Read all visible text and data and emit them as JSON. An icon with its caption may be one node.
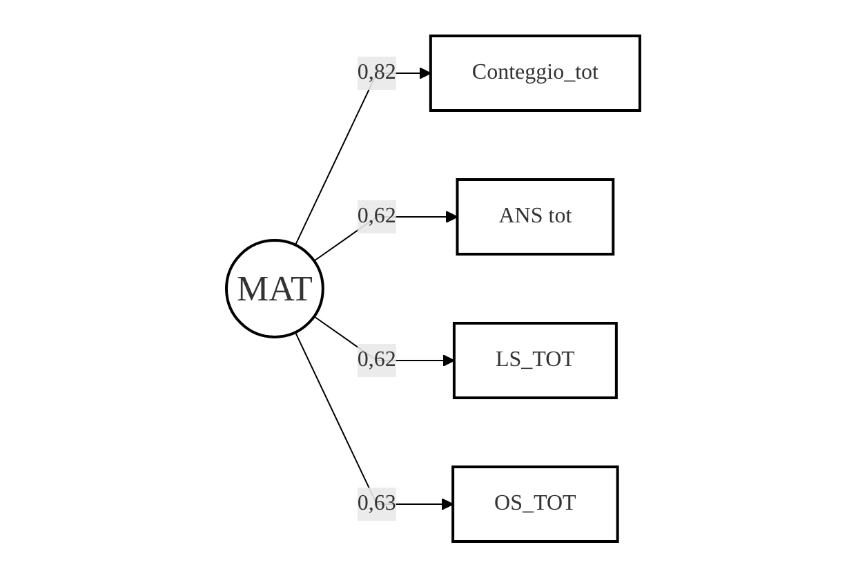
{
  "diagram": {
    "nodes": [
      {
        "text": [
          "MAT"
        ]
      },
      {
        "text": [
          "Conteggio_tot"
        ]
      },
      {
        "text": [
          "ANS tot"
        ]
      },
      {
        "text": [
          "LS_TOT"
        ]
      },
      {
        "text": [
          "OS_TOT"
        ]
      }
    ],
    "edges": [
      {
        "from": 0,
        "to": 1,
        "arrow": "to",
        "label": "0,82"
      },
      {
        "from": 0,
        "to": 2,
        "arrow": "to",
        "label": "0,62"
      },
      {
        "from": 0,
        "to": 3,
        "arrow": "to",
        "label": "0,62"
      },
      {
        "from": 0,
        "to": 4,
        "arrow": "to",
        "label": "0,63"
      }
    ]
  }
}
